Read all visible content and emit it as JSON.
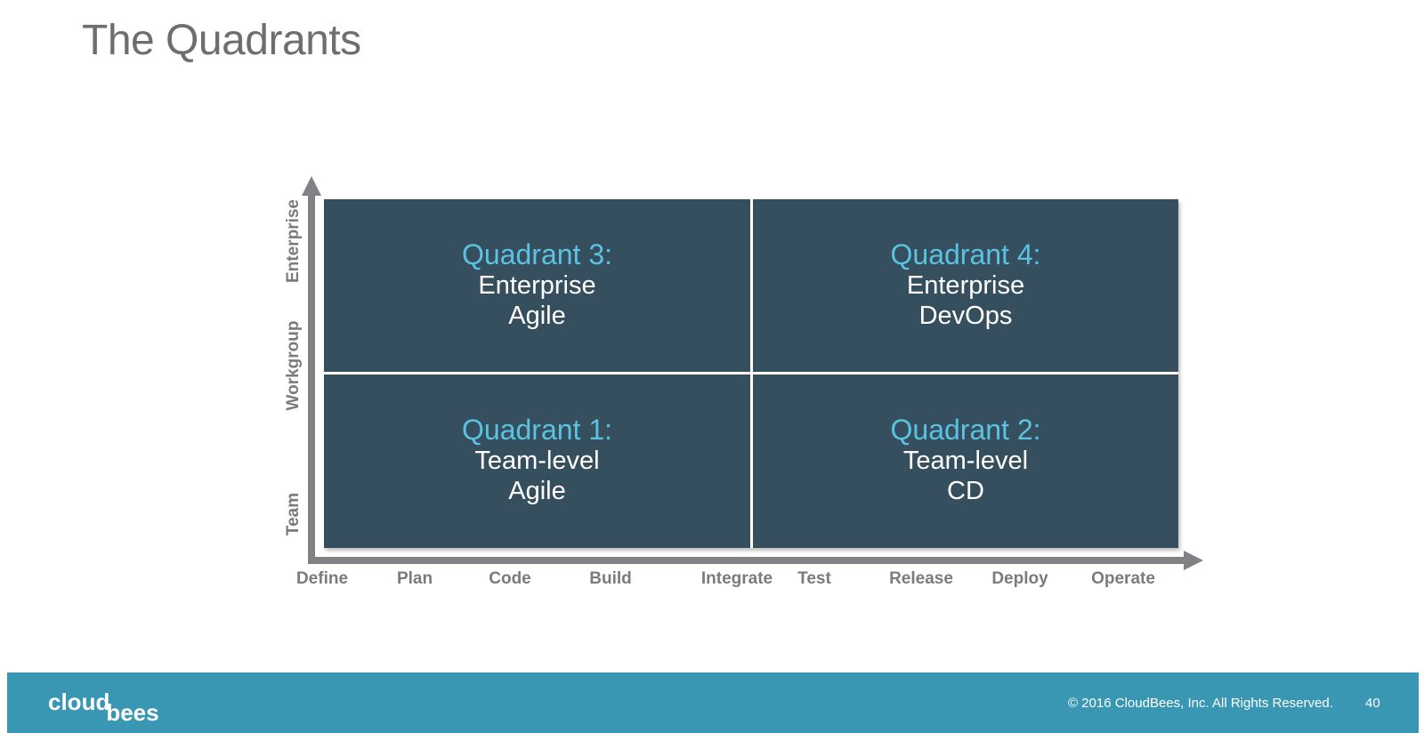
{
  "slide": {
    "title": "The Quadrants"
  },
  "y_axis": {
    "labels": [
      "Enterprise",
      "Workgroup",
      "Team"
    ]
  },
  "x_axis": {
    "labels": [
      "Define",
      "Plan",
      "Code",
      "Build",
      "Integrate",
      "Test",
      "Release",
      "Deploy",
      "Operate"
    ]
  },
  "quadrants": {
    "q3": {
      "heading": "Quadrant 3:",
      "line1": "Enterprise",
      "line2": "Agile"
    },
    "q4": {
      "heading": "Quadrant 4:",
      "line1": "Enterprise",
      "line2": "DevOps"
    },
    "q1": {
      "heading": "Quadrant 1:",
      "line1": "Team-level",
      "line2": "Agile"
    },
    "q2": {
      "heading": "Quadrant 2:",
      "line1": "Team-level",
      "line2": "CD"
    }
  },
  "footer": {
    "logo_part1": "cloud",
    "logo_part2": "bees",
    "copyright": "© 2016 CloudBees, Inc. All Rights Reserved.",
    "page_number": "40"
  },
  "colors": {
    "quadrant_fill": "#354f5e",
    "heading_accent": "#5bc2e2",
    "axis": "#808285",
    "footer_bar": "#3a97b3"
  }
}
